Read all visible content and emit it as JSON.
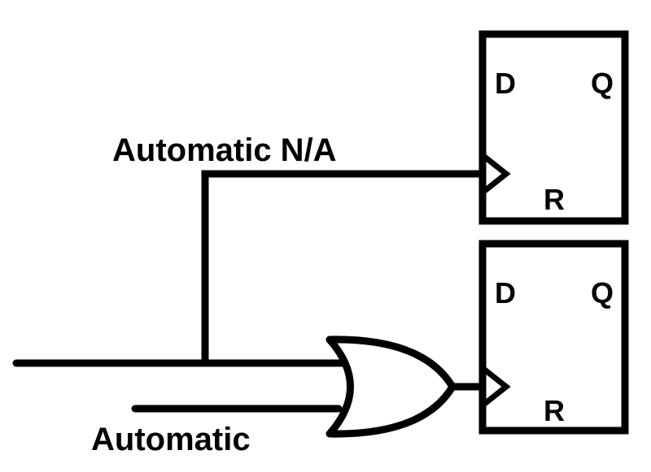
{
  "flipflops": [
    {
      "d_label": "D",
      "q_label": "Q",
      "r_label": "R"
    },
    {
      "d_label": "D",
      "q_label": "Q",
      "r_label": "R"
    }
  ],
  "labels": {
    "upper_wire": "Automatic N/A",
    "lower_input": "Automatic"
  },
  "colors": {
    "stroke": "#000000",
    "background": "#ffffff"
  }
}
